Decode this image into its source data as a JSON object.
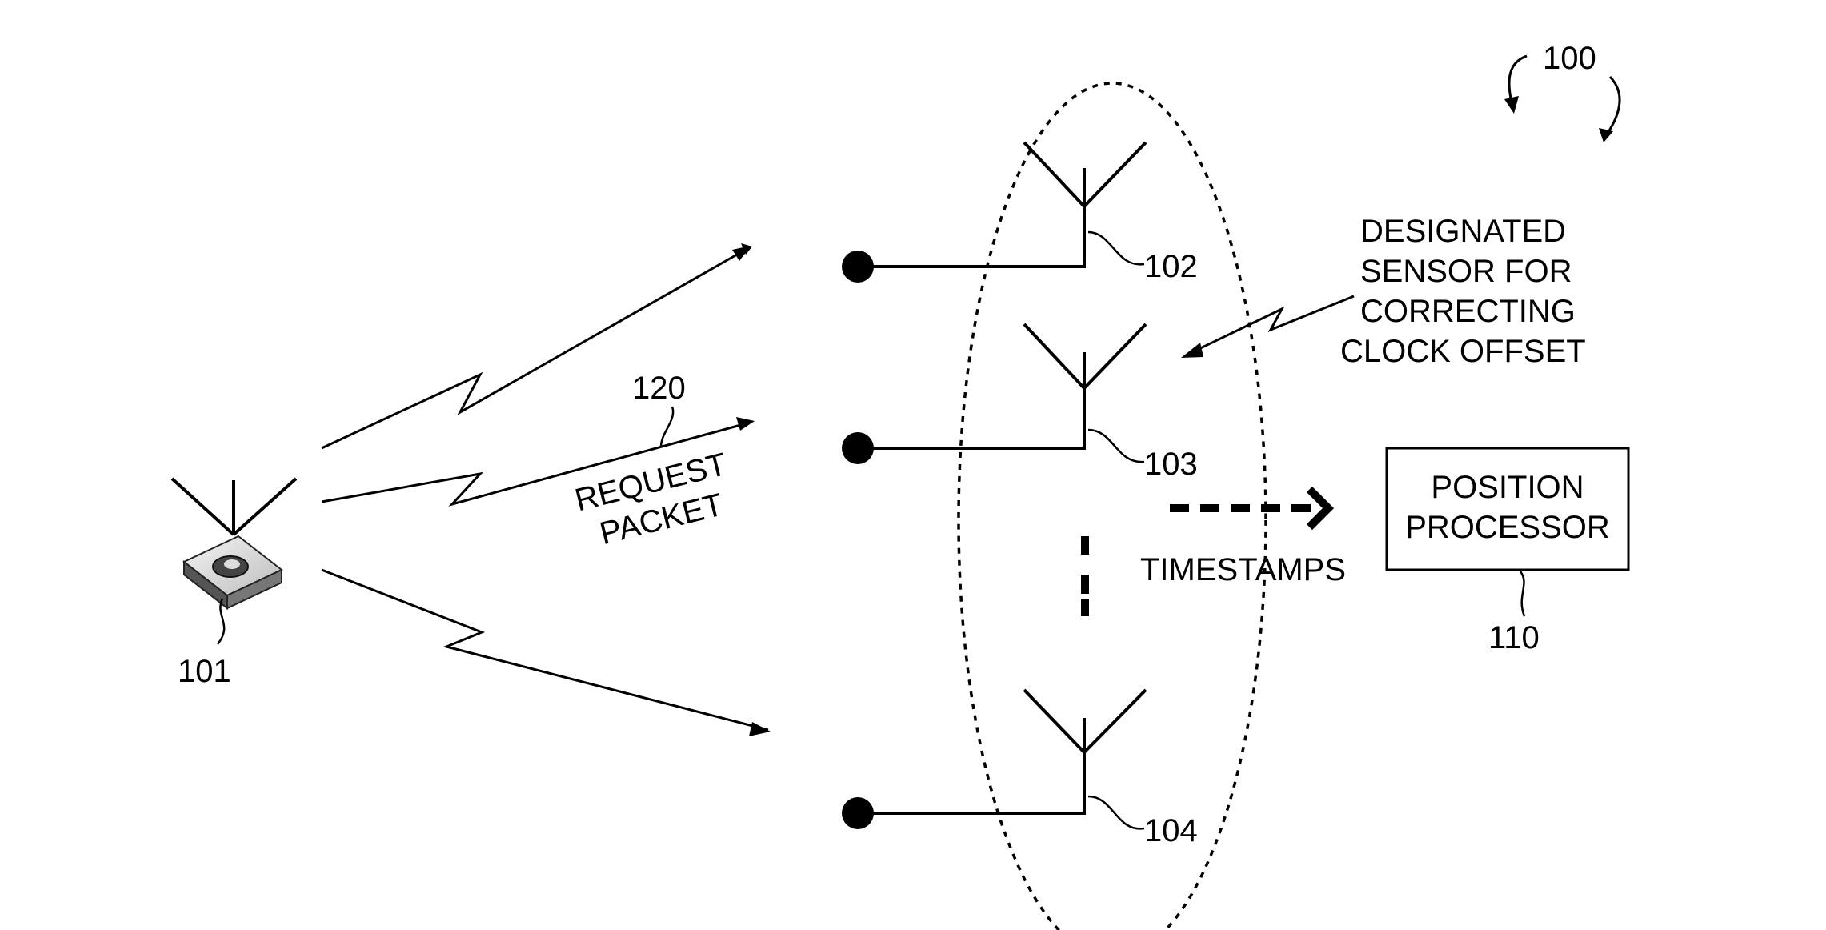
{
  "figure": {
    "ref_system": "100",
    "ref_mobile_device": "101",
    "ref_sensor_a": "102",
    "ref_sensor_b": "103",
    "ref_sensor_c": "104",
    "ref_position_processor": "110",
    "ref_request_packet": "120"
  },
  "labels": {
    "request_packet_line1": "REQUEST",
    "request_packet_line2": "PACKET",
    "designated_line1": "DESIGNATED",
    "designated_line2": "SENSOR FOR",
    "designated_line3": "CORRECTING",
    "designated_line4": "CLOCK OFFSET",
    "timestamps": "TIMESTAMPS",
    "position_processor_line1": "POSITION",
    "position_processor_line2": "PROCESSOR"
  },
  "icons": {
    "mobile_device": "wireless-device-icon",
    "sensor": "antenna-icon",
    "sensor_node": "node-dot-icon"
  }
}
